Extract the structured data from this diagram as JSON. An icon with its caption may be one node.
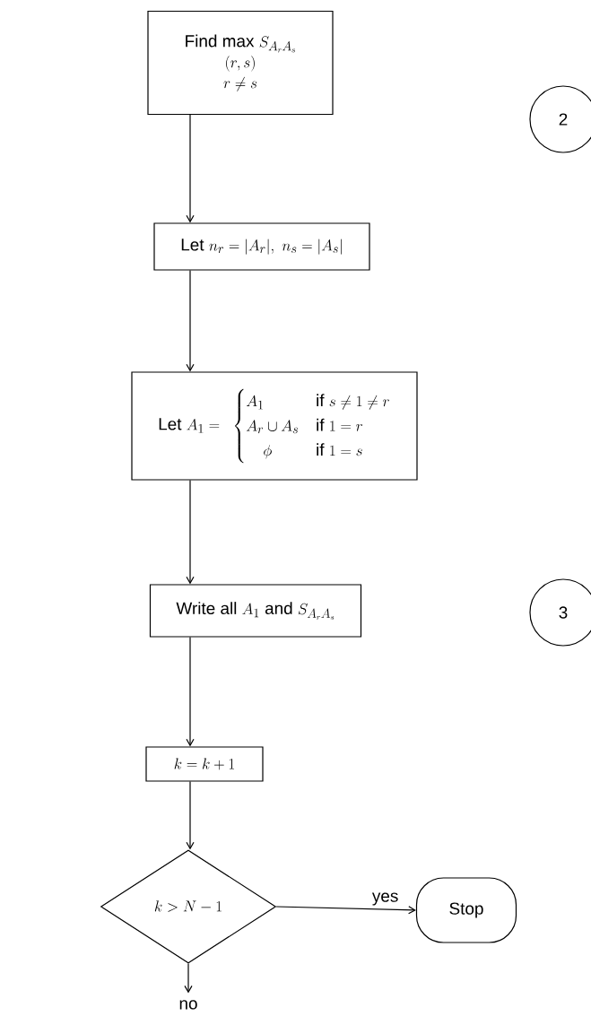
{
  "diagram": {
    "nodes": [
      {
        "text": [
          "\\mbox{Find max }S_{A_rA_s}",
          "(r,s)",
          "r \\neq s"
        ]
      },
      {
        "text": [
          "\\mbox{Let }n_r = |A_r|,\\ n_s = |A_s|"
        ]
      },
      {
        "text": [
          "\\mbox{Let }A_1 =",
          "\\begin{cases} A_1 & \\mbox{if }s \\neq 1 \\neq r \\\\ A_r \\cup A_s & \\mbox{if }1 = r \\\\ \\quad\\phi & \\mbox{if }1 = s \\end{cases}"
        ]
      },
      {
        "text": [
          "\\mbox{Write all }A_1\\mbox{ and }S_{A_rA_s}"
        ]
      },
      {
        "text": [
          "k = k + 1"
        ]
      },
      {
        "text": [
          "k > N - 1"
        ]
      },
      {
        "text": [
          "Stop"
        ]
      },
      {
        "text": [
          "2"
        ]
      },
      {
        "text": [
          "3"
        ]
      }
    ],
    "edges": [
      {
        "from": 0,
        "to": 1,
        "arrow": "to"
      },
      {
        "from": 1,
        "to": 2,
        "arrow": "to"
      },
      {
        "from": 2,
        "to": 3,
        "arrow": "to"
      },
      {
        "from": 3,
        "to": 4,
        "arrow": "to"
      },
      {
        "from": 4,
        "to": 5,
        "arrow": "to"
      },
      {
        "from": 5,
        "to": 6,
        "arrow": "to",
        "label": "yes"
      },
      {
        "from": 5,
        "to": null,
        "arrow": "to",
        "label": "no"
      }
    ]
  }
}
